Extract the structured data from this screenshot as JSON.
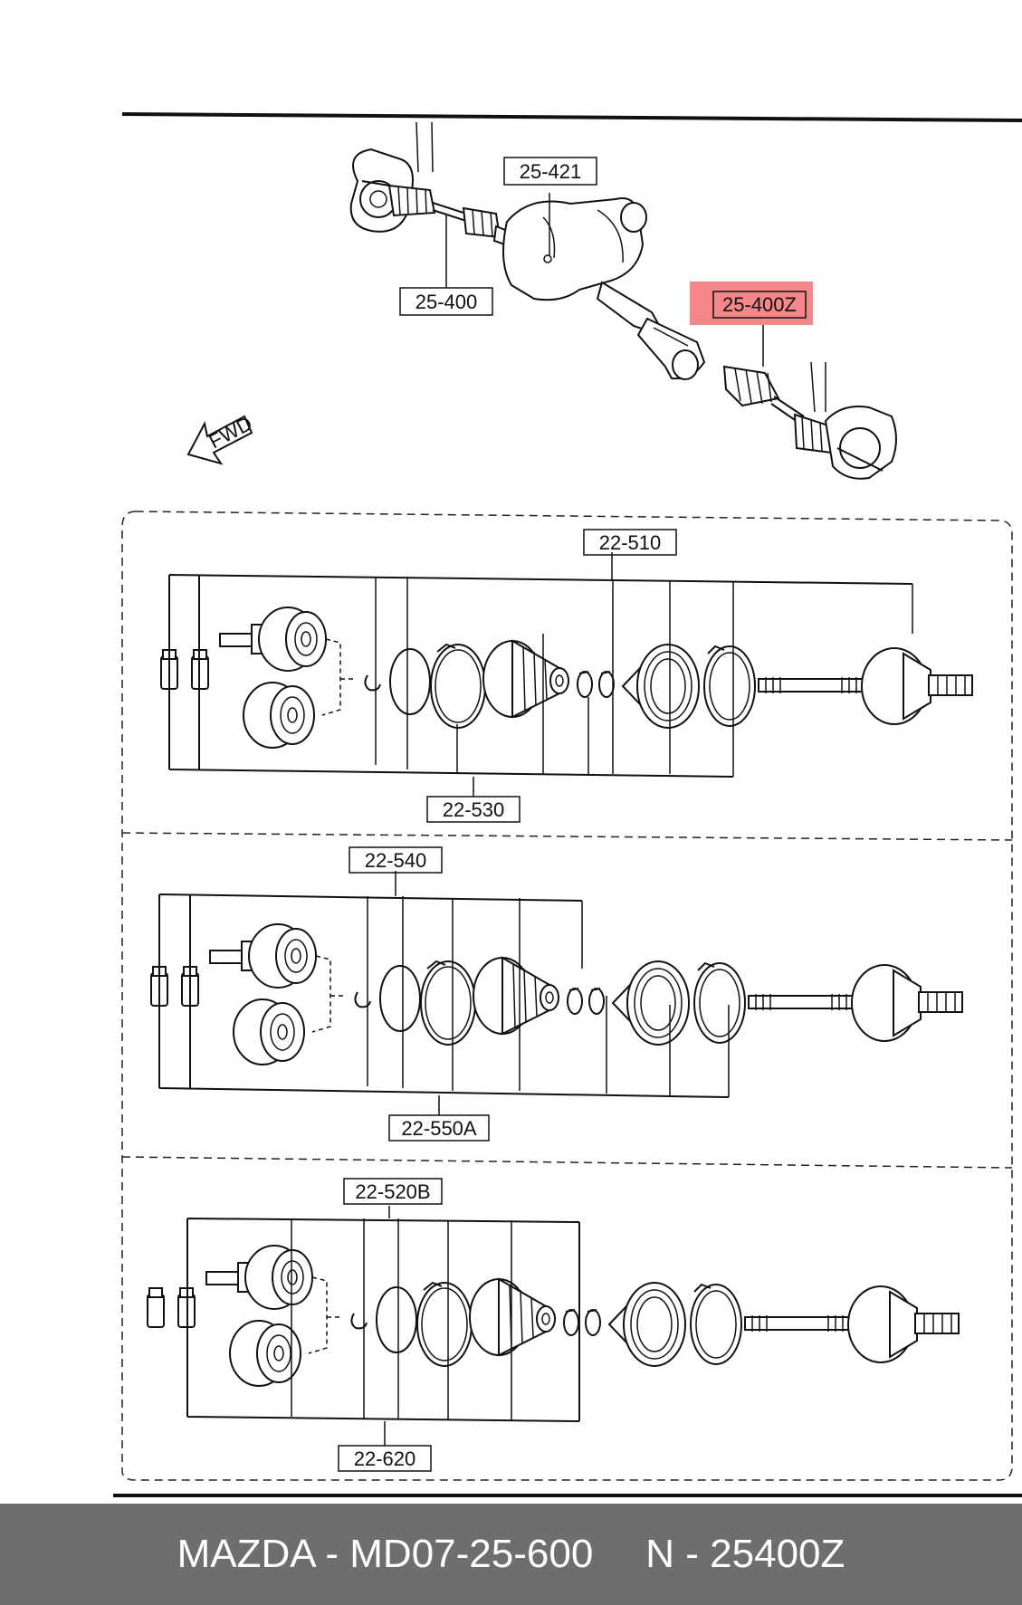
{
  "labels": {
    "top_a": "25-421",
    "top_b": "25-400",
    "top_c": "25-400Z",
    "fwd": "FWD",
    "g1_top": "22-510",
    "g1_bottom": "22-530",
    "g2_top": "22-540",
    "g2_bottom": "22-550A",
    "g3_top": "22-520B",
    "g3_bottom": "22-620"
  },
  "highlight_color": "#f4878a",
  "footer": {
    "brand_part": "MAZDA - MD07-25-600",
    "ref_part": "N - 25400Z"
  }
}
